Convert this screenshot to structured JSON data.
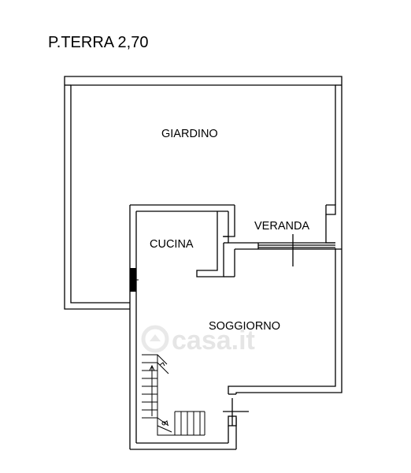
{
  "title": "P.TERRA 2,70",
  "rooms": {
    "giardino": "GIARDINO",
    "veranda": "VERANDA",
    "cucina": "CUCINA",
    "soggiorno": "SOGGIORNO"
  },
  "watermark": {
    "text": "casa.it",
    "icon": "casa-logo-icon"
  },
  "colors": {
    "walls": "#000000",
    "background": "#ffffff",
    "watermark": "#d0d0d0"
  }
}
